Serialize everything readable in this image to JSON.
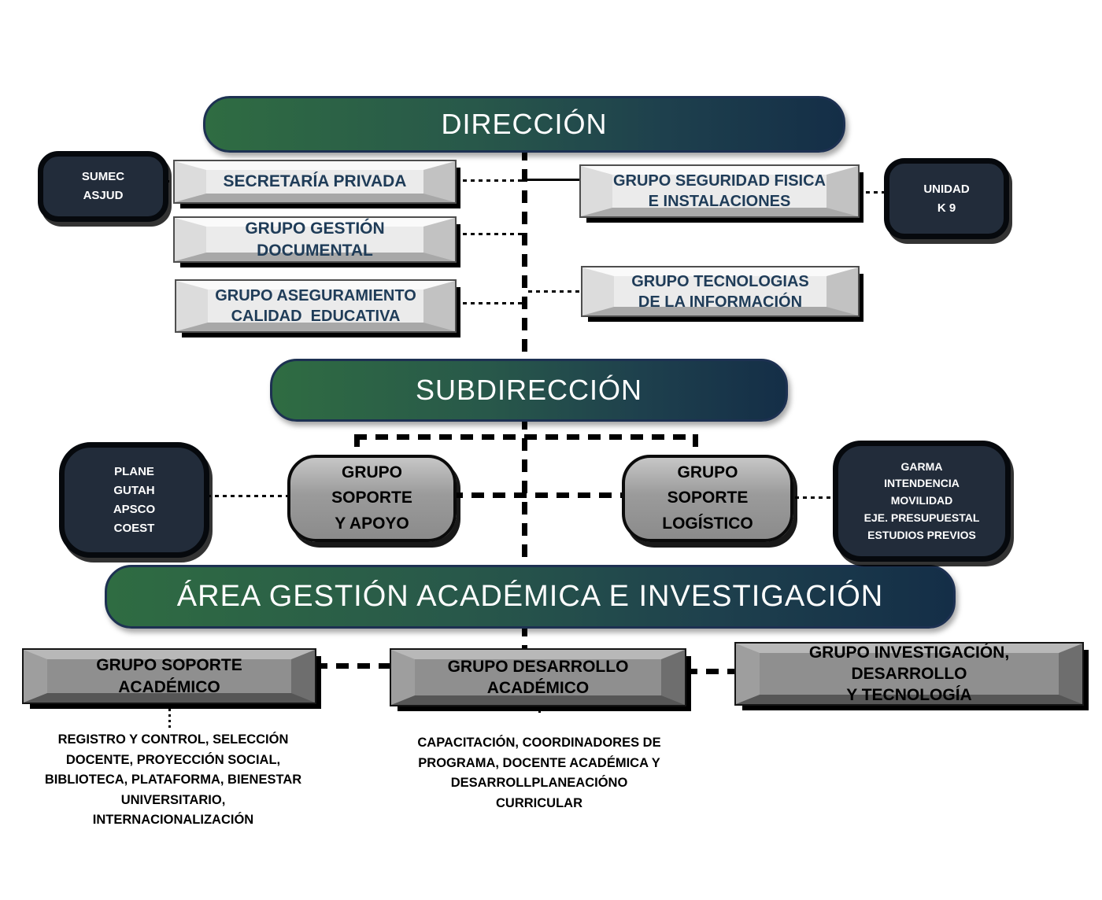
{
  "palette": {
    "banner_green": "#2f6c42",
    "banner_navy": "#142e47",
    "banner_text": "#ffffff",
    "dark_node_bg": "#222c3a",
    "dark_node_text": "#ffffff",
    "silver_box_bg": "#ebebeb",
    "silver_box_text": "#1f3c58",
    "gray_box_bg": "#8f8f8f",
    "connector": "#000000"
  },
  "banners": {
    "direccion": "DIRECCIÓN",
    "subdireccion": "SUBDIRECCIÓN",
    "area": "ÁREA GESTIÓN ACADÉMICA E INVESTIGACIÓN"
  },
  "nodes": {
    "sumec": "SUMEC\nASJUD",
    "secretaria_privada": "SECRETARÍA PRIVADA",
    "gestion_documental": "GRUPO GESTIÓN DOCUMENTAL",
    "aseguramiento": "GRUPO ASEGURAMIENTO\nCALIDAD  EDUCATIVA",
    "seguridad_fisica": "GRUPO SEGURIDAD FISICA\nE INSTALACIONES",
    "unidad_k9": "UNIDAD\nK 9",
    "tecnologias": "GRUPO TECNOLOGIAS\nDE LA INFORMACIÓN",
    "plane": "PLANE\nGUTAH\nAPSCO\nCOEST",
    "soporte_apoyo": "GRUPO\nSOPORTE\nY APOYO",
    "soporte_logistico": "GRUPO\nSOPORTE\nLOGÍSTICO",
    "garma": "GARMA\nINTENDENCIA\nMOVILIDAD\nEJE. PRESUPUESTAL\nESTUDIOS PREVIOS",
    "soporte_academico": "GRUPO SOPORTE ACADÉMICO",
    "desarrollo_academico": "GRUPO DESARROLLO ACADÉMICO",
    "investigacion": "GRUPO INVESTIGACIÓN, DESARROLLO\nY TECNOLOGÍA"
  },
  "details": {
    "soporte_academico_detail": "REGISTRO Y CONTROL, SELECCIÓN\nDOCENTE, PROYECCIÓN SOCIAL,\nBIBLIOTECA, PLATAFORMA, BIENESTAR\nUNIVERSITARIO,\nINTERNACIONALIZACIÓN",
    "desarrollo_academico_detail": "CAPACITACIÓN, COORDINADORES DE\nPROGRAMA, DOCENTE ACADÉMICA Y\nDESARROLLPLANEACIÓNO\nCURRICULAR"
  }
}
